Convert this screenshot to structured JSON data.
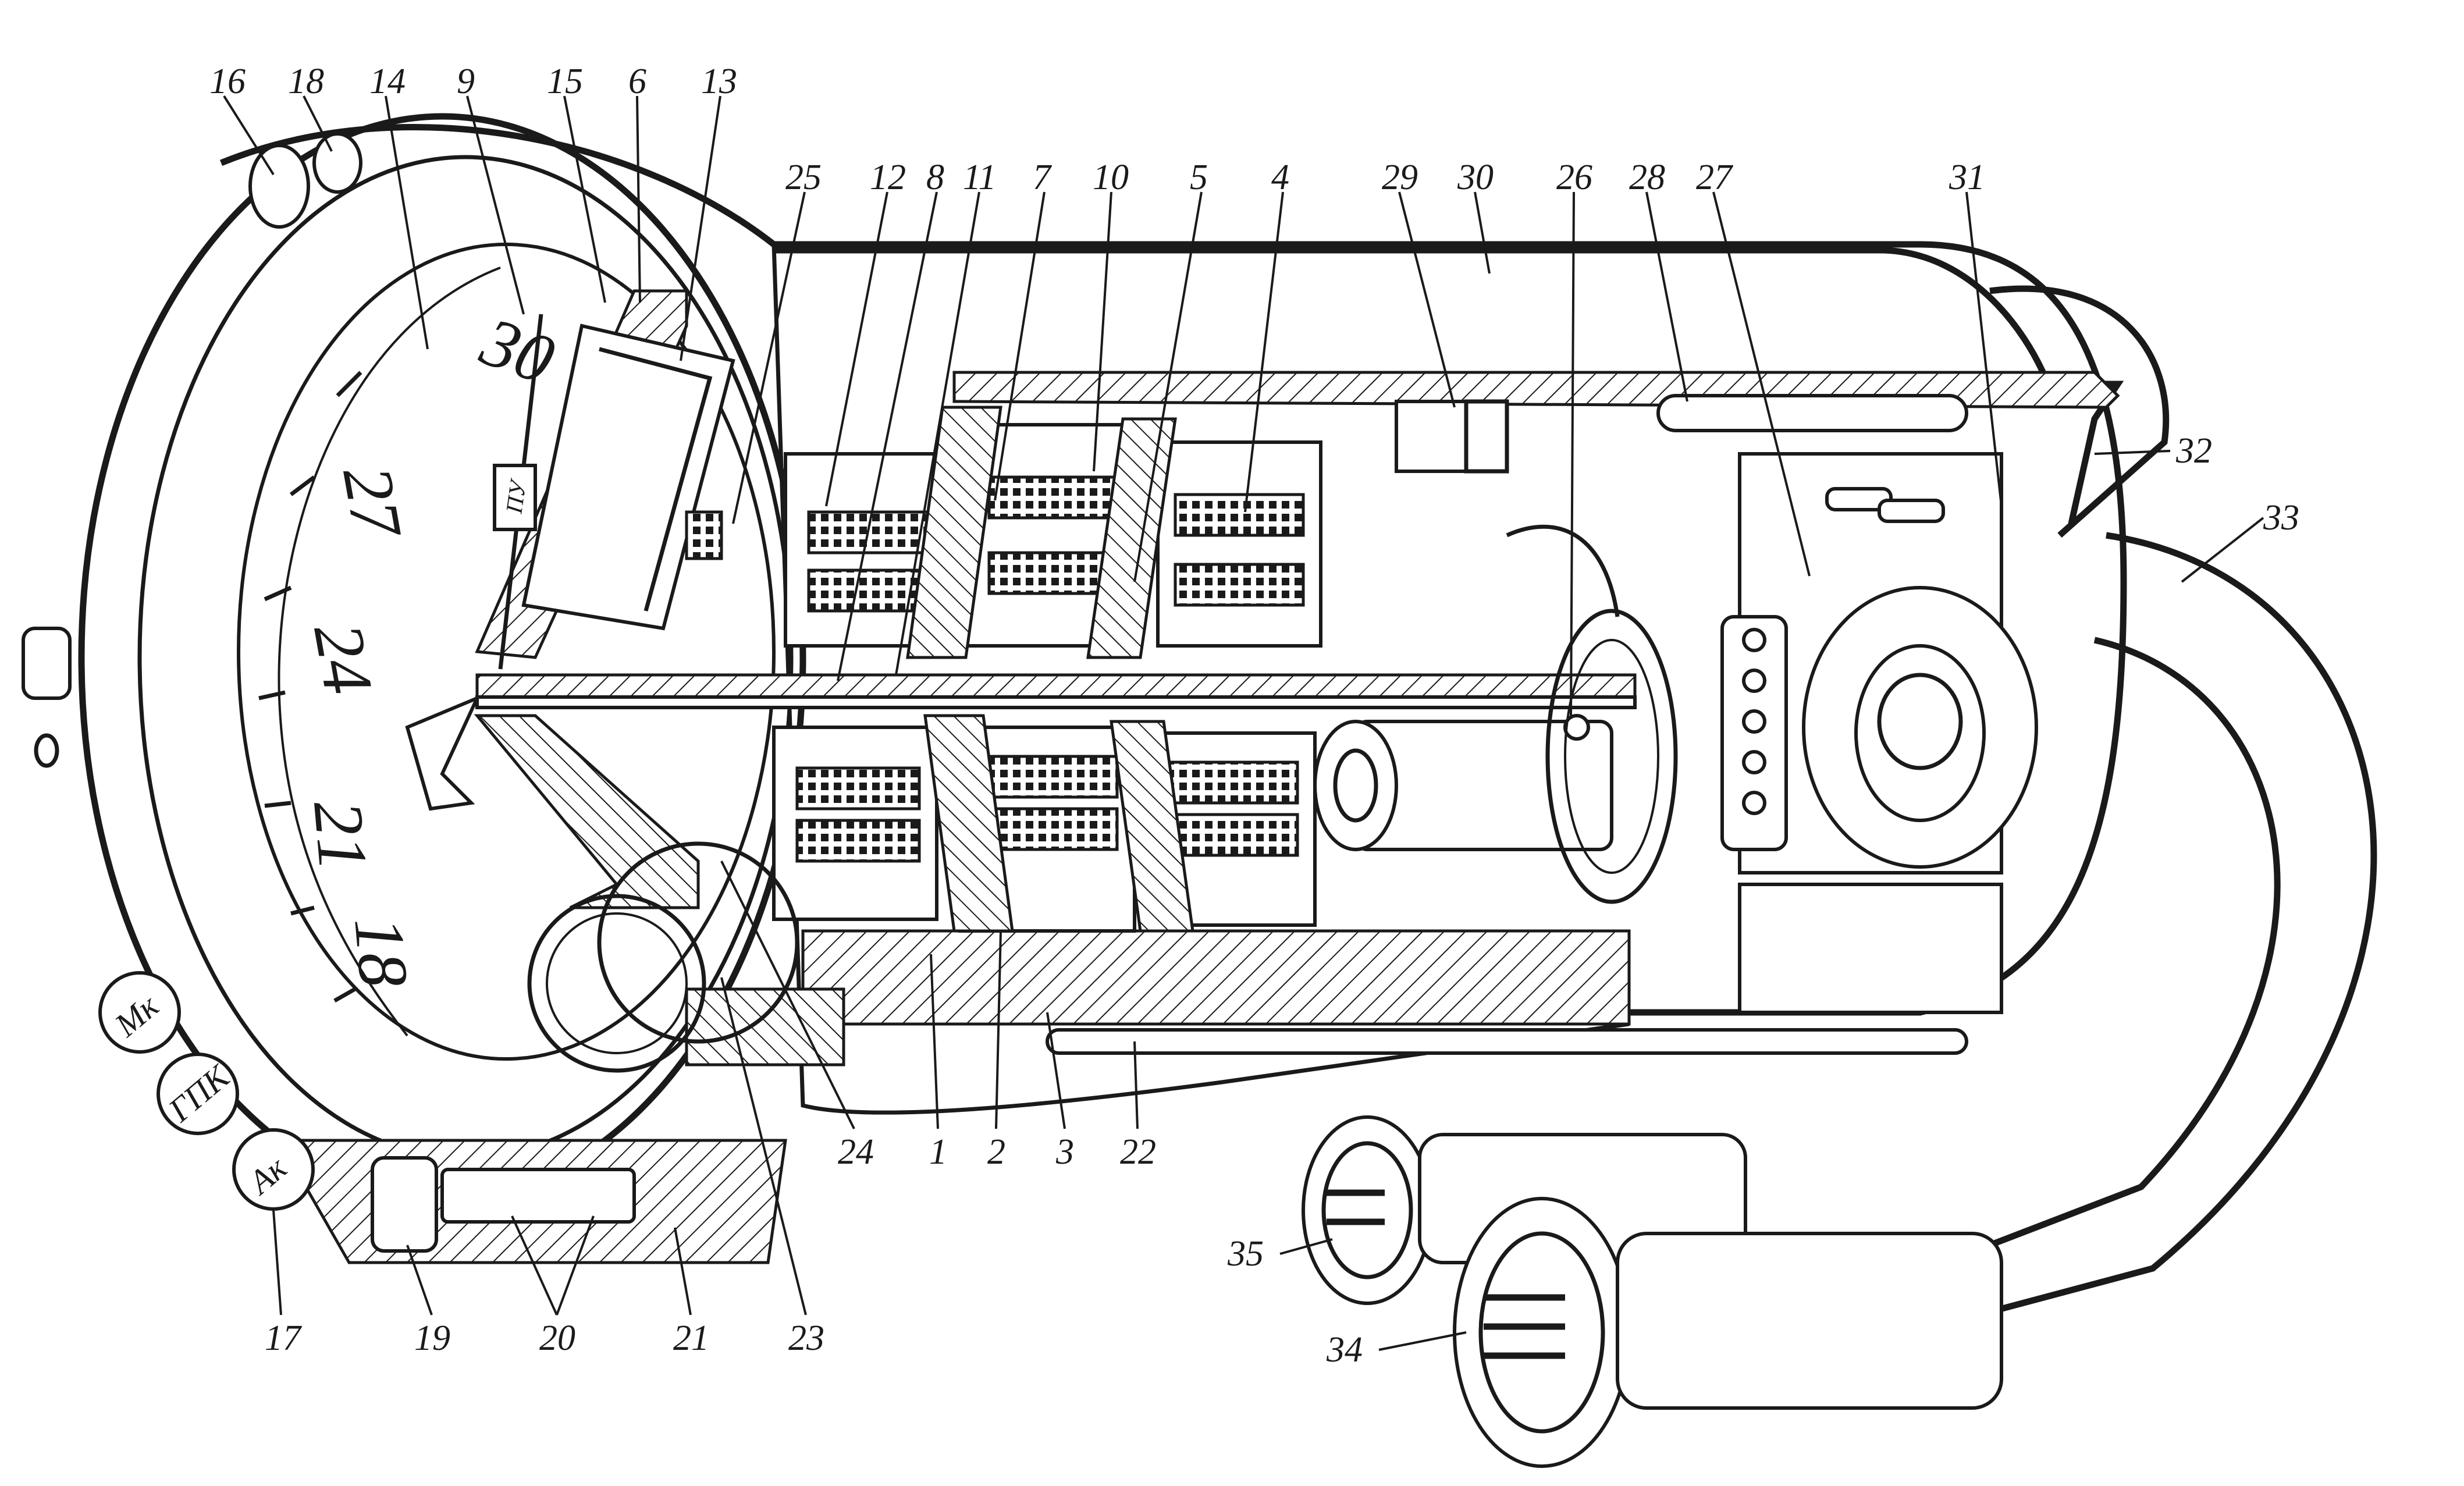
{
  "diagram": {
    "scale_labels": [
      "30",
      "27",
      "24",
      "21",
      "18"
    ],
    "pointer_label": "ПУ",
    "buttons": [
      "Мк",
      "ГПК",
      "Ак"
    ],
    "callouts": {
      "top": [
        "16",
        "18",
        "14",
        "9",
        "15",
        "6",
        "13",
        "25",
        "12",
        "8",
        "11",
        "7",
        "10",
        "5",
        "4",
        "29",
        "30",
        "26",
        "28",
        "27",
        "31"
      ],
      "right": [
        "32",
        "33"
      ],
      "bottom": [
        "24",
        "1",
        "2",
        "3",
        "22",
        "17",
        "19",
        "20",
        "21",
        "23"
      ],
      "connectors": [
        "35",
        "34"
      ]
    }
  }
}
